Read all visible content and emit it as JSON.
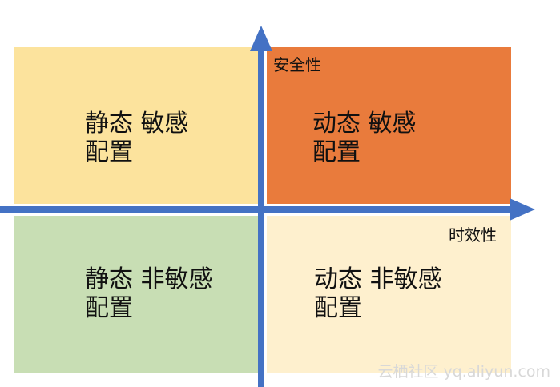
{
  "quadrants": {
    "top_left": {
      "line1": "静态 敏感",
      "line2": "配置",
      "color": "#fce39d"
    },
    "top_right": {
      "line1": "动态 敏感",
      "line2": "配置",
      "color": "#e97b3c"
    },
    "bottom_left": {
      "line1": "静态 非敏感",
      "line2": "配置",
      "color": "#c8deb4"
    },
    "bottom_right": {
      "line1": "动态 非敏感",
      "line2": "配置",
      "color": "#fef0ce"
    }
  },
  "axes": {
    "y_label": "安全性",
    "x_label": "时效性",
    "color": "#4472c4"
  },
  "watermark": "云栖社区 yq.aliyun.com"
}
